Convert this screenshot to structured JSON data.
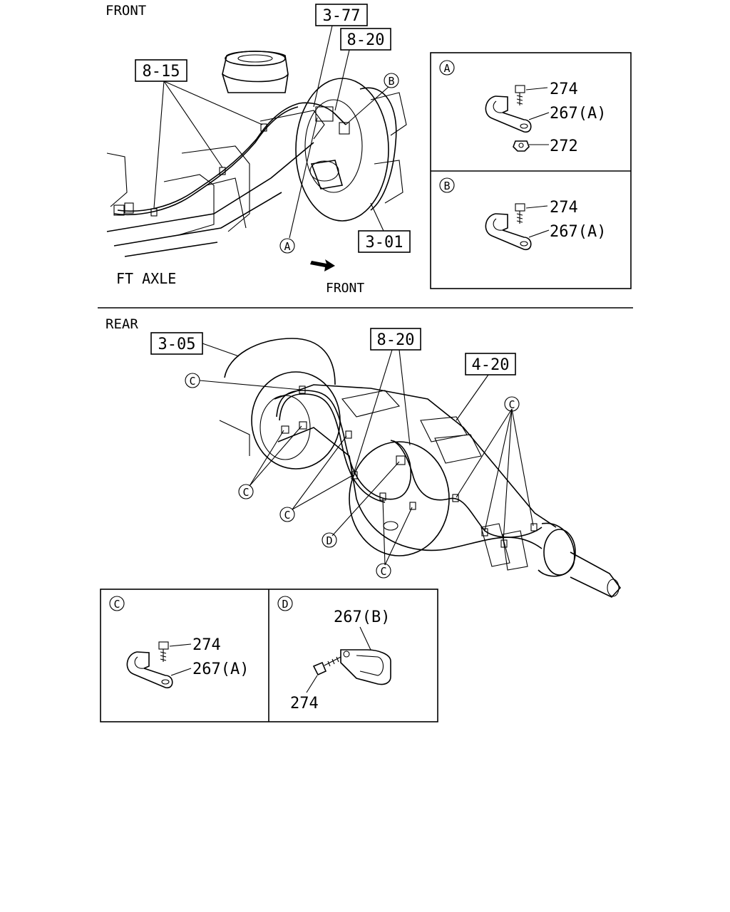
{
  "front": {
    "title": "FRONT",
    "refs": {
      "r377": "3-77",
      "r820": "8-20",
      "r815": "8-15",
      "r301": "3-01"
    },
    "callout_a": "A",
    "callout_b": "B",
    "axle_label": "FT AXLE",
    "direction_label": "FRONT"
  },
  "detail_a": {
    "letter": "A",
    "bolt": "274",
    "clip": "267(A)",
    "nut": "272"
  },
  "detail_b": {
    "letter": "B",
    "bolt": "274",
    "clip": "267(A)"
  },
  "rear": {
    "title": "REAR",
    "refs": {
      "r305": "3-05",
      "r820": "8-20",
      "r420": "4-20"
    },
    "callout_c": "C",
    "callout_d": "D"
  },
  "detail_c": {
    "letter": "C",
    "bolt": "274",
    "clip": "267(A)"
  },
  "detail_d": {
    "letter": "D",
    "clip": "267(B)",
    "bolt": "274"
  },
  "colors": {
    "ink": "#000000",
    "paper": "#ffffff"
  }
}
